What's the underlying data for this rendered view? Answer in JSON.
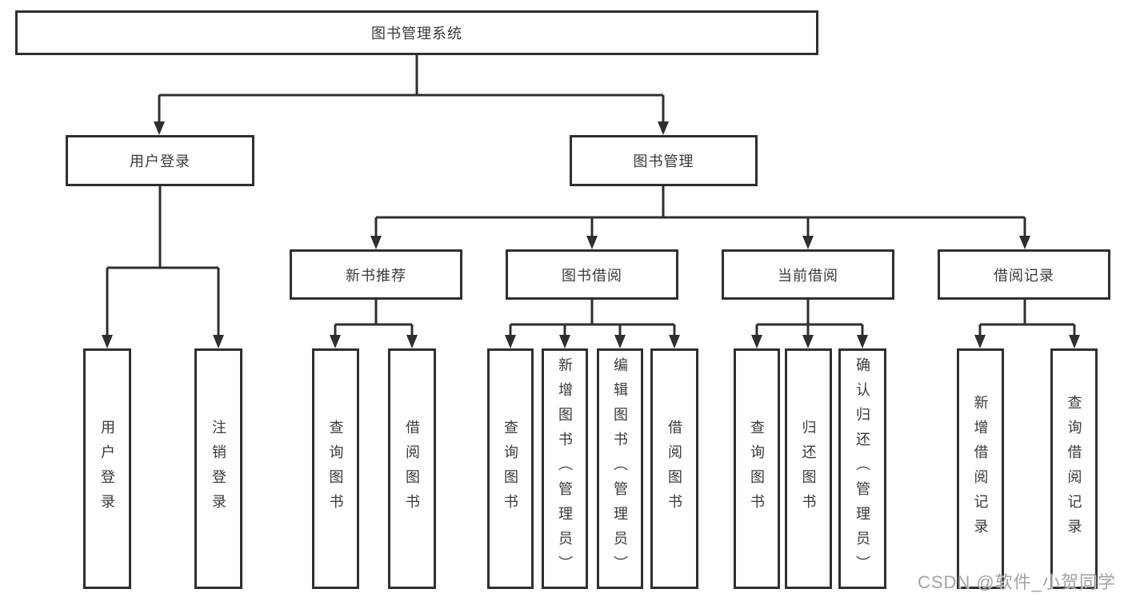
{
  "diagram": {
    "root": {
      "label": "图书管理系统",
      "children": [
        {
          "label": "用户登录",
          "children": [
            {
              "label": "用户登录"
            },
            {
              "label": "注销登录"
            }
          ]
        },
        {
          "label": "图书管理",
          "children": [
            {
              "label": "新书推荐",
              "children": [
                {
                  "label": "查询图书"
                },
                {
                  "label": "借阅图书"
                }
              ]
            },
            {
              "label": "图书借阅",
              "children": [
                {
                  "label": "查询图书"
                },
                {
                  "label": "新增图书（管理员）"
                },
                {
                  "label": "编辑图书（管理员）"
                },
                {
                  "label": "借阅图书"
                }
              ]
            },
            {
              "label": "当前借阅",
              "children": [
                {
                  "label": "查询图书"
                },
                {
                  "label": "归还图书"
                },
                {
                  "label": "确认归还（管理员）"
                }
              ]
            },
            {
              "label": "借阅记录",
              "children": [
                {
                  "label": "新增借阅记录"
                },
                {
                  "label": "查询借阅记录"
                }
              ]
            }
          ]
        }
      ]
    },
    "line_color": "#2f2f2f",
    "box_background": "#ffffff",
    "text_color": "#3a3a3a"
  },
  "watermark": {
    "text": "CSDN @软件_小贺同学"
  }
}
